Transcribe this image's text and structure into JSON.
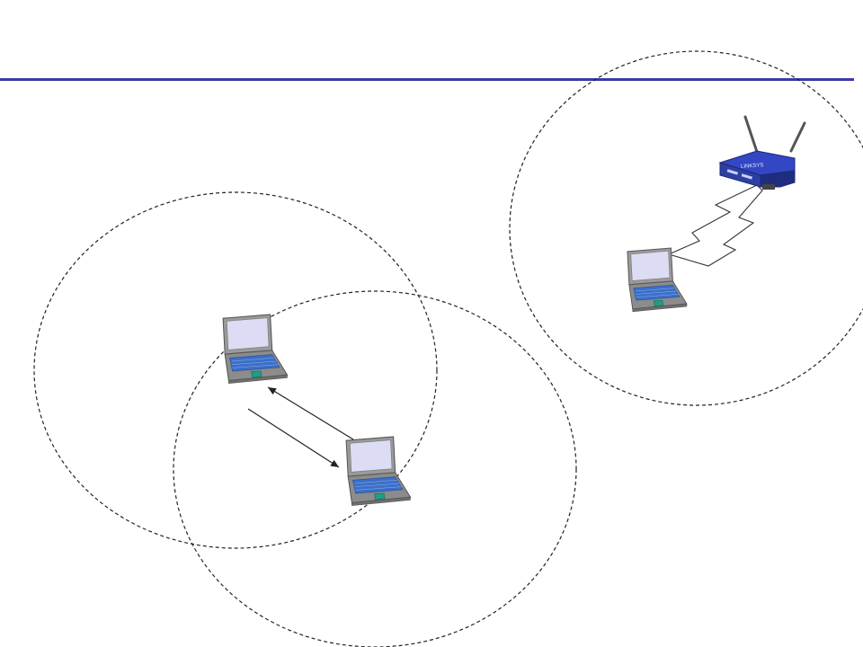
{
  "diagram": {
    "kind": "wireless-network-modes",
    "nodes": [
      {
        "id": "laptop-a",
        "type": "laptop",
        "icon": "laptop-icon"
      },
      {
        "id": "laptop-b",
        "type": "laptop",
        "icon": "laptop-icon"
      },
      {
        "id": "laptop-c",
        "type": "laptop",
        "icon": "laptop-icon"
      },
      {
        "id": "router",
        "type": "wireless-router",
        "icon": "wireless-router-icon",
        "brand_text": "LINKSYS"
      }
    ],
    "edges": [
      {
        "from": "laptop-b",
        "to": "laptop-a",
        "style": "arrow"
      },
      {
        "from": "laptop-a",
        "to": "laptop-b",
        "style": "arrow"
      },
      {
        "from": "laptop-c",
        "to": "router",
        "style": "wireless-zigzag"
      }
    ],
    "ranges": [
      {
        "of": "laptop-a",
        "style": "dashed-circle"
      },
      {
        "of": "laptop-b",
        "style": "dashed-circle"
      },
      {
        "of": "router",
        "style": "dashed-circle"
      }
    ]
  },
  "colors": {
    "title_rule": "#3a3aa8",
    "laptop_screen": "#dcdcf4",
    "laptop_body": "#8c8c8c",
    "laptop_keyboard": "#3b6fc9",
    "laptop_touchpad": "#1f9e84",
    "router_body": "#2d3fa0",
    "router_front": "#3346c4"
  }
}
